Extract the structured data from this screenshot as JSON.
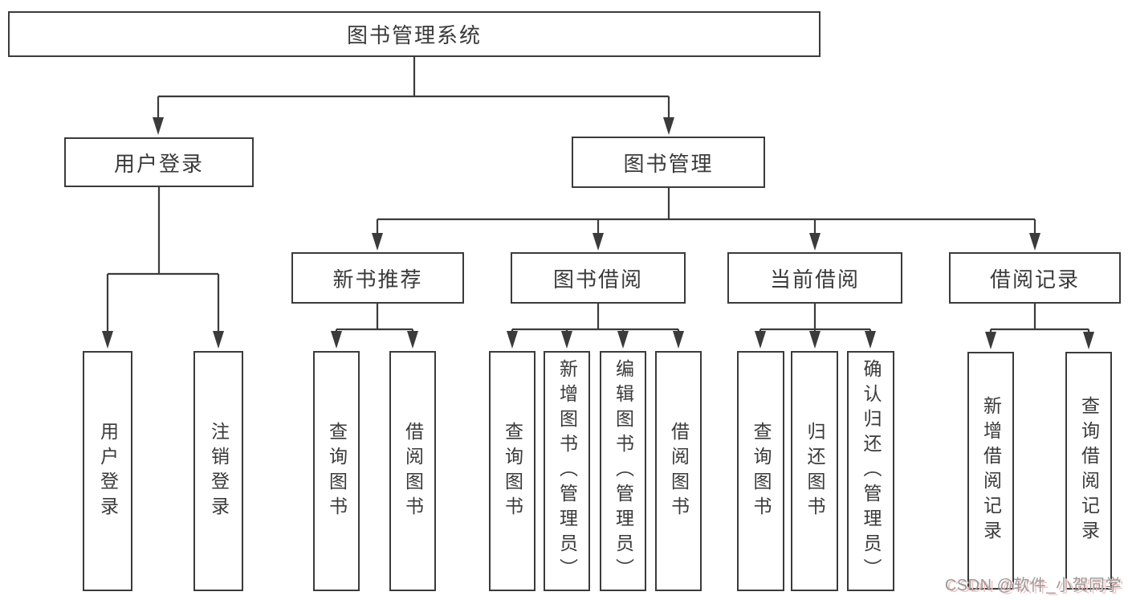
{
  "diagram": {
    "root": {
      "label": "图书管理系统"
    },
    "level2": {
      "user_login": {
        "label": "用户登录",
        "children": [
          {
            "label": "用户登录"
          },
          {
            "label": "注销登录"
          }
        ]
      },
      "book_mgmt": {
        "label": "图书管理",
        "children": {
          "new_books": {
            "label": "新书推荐",
            "children": [
              {
                "label": "查询图书"
              },
              {
                "label": "借阅图书"
              }
            ]
          },
          "book_borrow": {
            "label": "图书借阅",
            "children": [
              {
                "label": "查询图书"
              },
              {
                "label": "新增图书（管理员）"
              },
              {
                "label": "编辑图书（管理员）"
              },
              {
                "label": "借阅图书"
              }
            ]
          },
          "current_borrow": {
            "label": "当前借阅",
            "children": [
              {
                "label": "查询图书"
              },
              {
                "label": "归还图书"
              },
              {
                "label": "确认归还（管理员）"
              }
            ]
          },
          "borrow_records": {
            "label": "借阅记录",
            "children": [
              {
                "label": "新增借阅记录"
              },
              {
                "label": "查询借阅记录"
              }
            ]
          }
        }
      }
    },
    "watermark": "CSDN @软件_小贺同学",
    "colors": {
      "line": "#3b3b3b",
      "box_border": "#3b3b3b",
      "text": "#3a3a3a",
      "background": "#ffffff",
      "watermark_text": "#9a9a9a",
      "watermark_shadow": "#f3c5c4"
    }
  }
}
